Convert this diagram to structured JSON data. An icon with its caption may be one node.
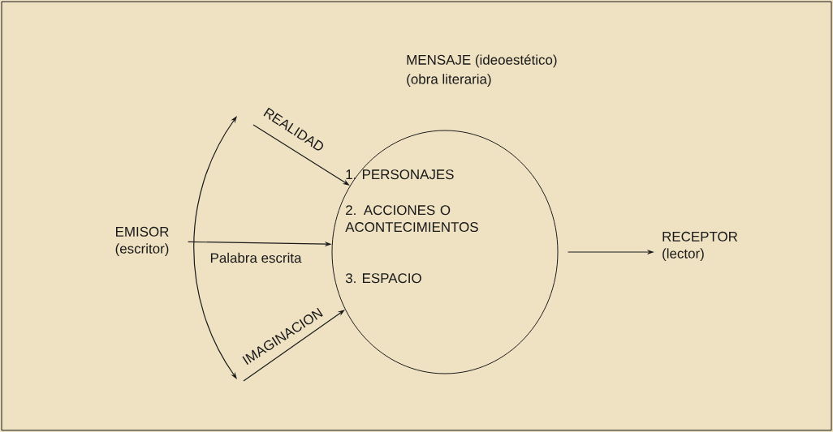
{
  "diagram": {
    "nodes": [
      {
        "text": [
          "EMISOR",
          "(escritor)"
        ]
      },
      {
        "text": [
          "MENSAJE (ideoestético)",
          "(obra literaria)",
          "1. PERSONAJES",
          "2. ACCIONES O ACONTECIMIENTOS",
          "3. ESPACIO"
        ]
      },
      {
        "text": [
          "RECEPTOR",
          "(lector)"
        ]
      }
    ],
    "edges": [
      {
        "from": 0,
        "to": 1,
        "arrow": "to",
        "label": "Palabra escrita"
      },
      {
        "from": 1,
        "to": 2,
        "arrow": "to"
      },
      {
        "from": null,
        "to": 1,
        "arrow": "to",
        "label": "REALIDAD"
      },
      {
        "from": null,
        "to": 1,
        "arrow": "to",
        "label": "IMAGINACION"
      }
    ]
  }
}
